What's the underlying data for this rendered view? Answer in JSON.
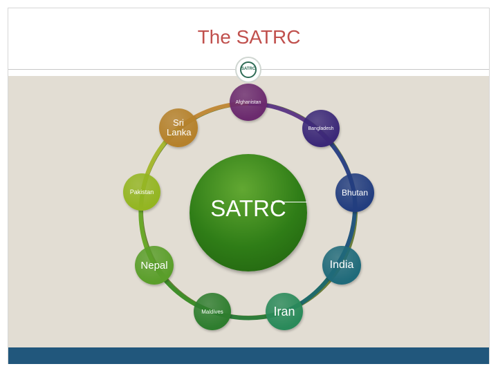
{
  "title": "The SATRC",
  "logo_text": "SATRC",
  "center_label": "SATRC",
  "nodes": [
    {
      "label": "Afghanistan",
      "color": "#6b2a6e"
    },
    {
      "label": "Bangladesh",
      "color": "#3b2878"
    },
    {
      "label": "Bhutan",
      "color": "#223d7f"
    },
    {
      "label": "India",
      "color": "#1f6a7a"
    },
    {
      "label": "Iran",
      "color": "#2a8a5a"
    },
    {
      "label": "Maldives",
      "color": "#2e7d2e"
    },
    {
      "label": "Nepal",
      "color": "#5a9e2a"
    },
    {
      "label": "Pakistan",
      "color": "#93b521"
    },
    {
      "label": "Sri Lanka",
      "color": "#b5812b"
    }
  ],
  "theme": {
    "title_color": "#c0504d",
    "content_bg": "#e2ddd3",
    "footer_bar": "#21577c"
  }
}
